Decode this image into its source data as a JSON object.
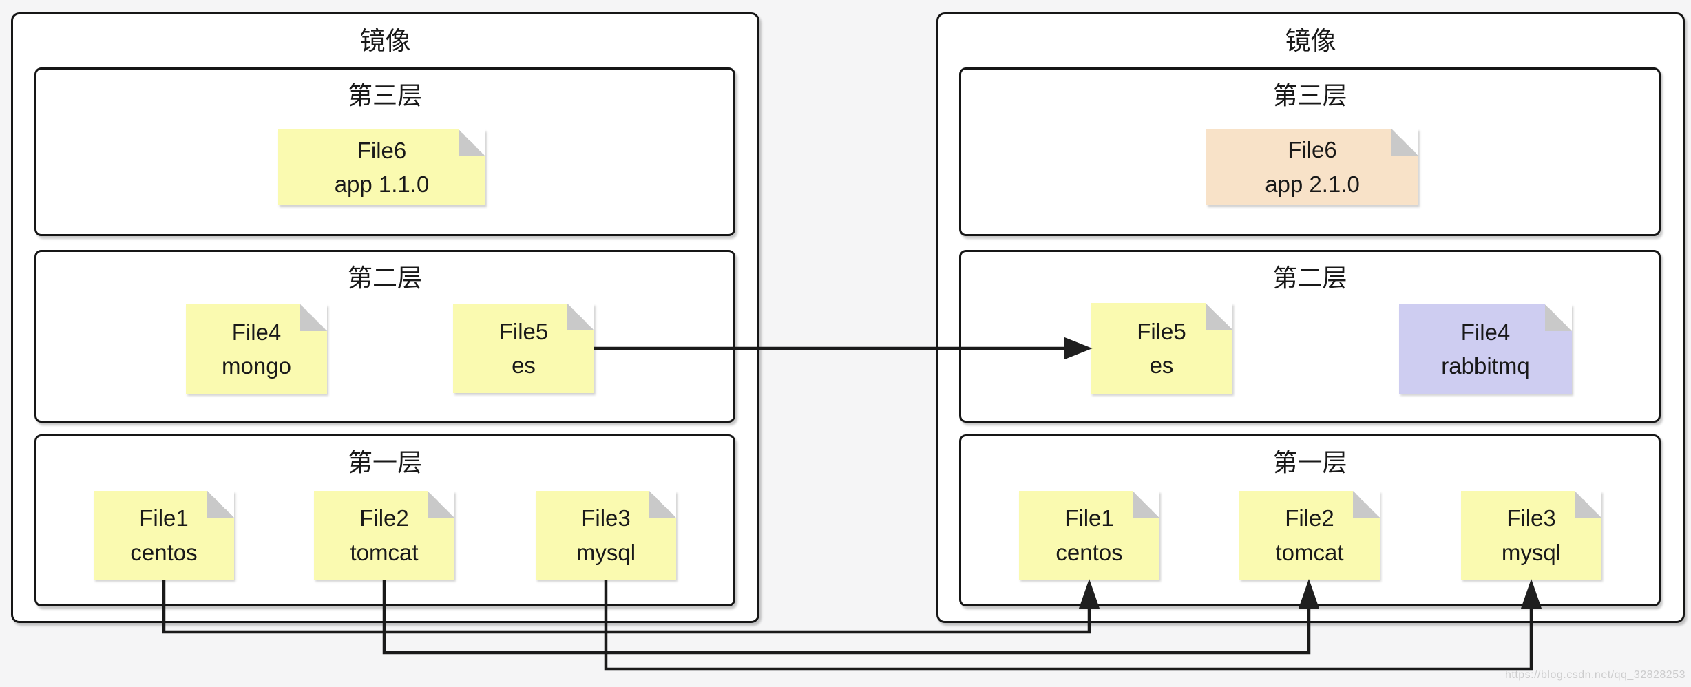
{
  "colors": {
    "yellow": "#FAFAB0",
    "peach": "#F8E2C8",
    "lavender": "#CECDF1",
    "fold": "#C9C9C9",
    "line": "#1A1A1A",
    "panel_bg": "#FFFFFF",
    "page_bg": "#F5F5F6"
  },
  "watermark": "https://blog.csdn.net/qq_32828253",
  "panels": [
    {
      "title": "镜像",
      "layers": [
        {
          "title": "第三层",
          "notes": [
            {
              "id": "file6",
              "line1": "File6",
              "line2": "app 1.1.0",
              "color": "yellow"
            }
          ]
        },
        {
          "title": "第二层",
          "notes": [
            {
              "id": "file4",
              "line1": "File4",
              "line2": "mongo",
              "color": "yellow"
            },
            {
              "id": "file5",
              "line1": "File5",
              "line2": "es",
              "color": "yellow"
            }
          ]
        },
        {
          "title": "第一层",
          "notes": [
            {
              "id": "file1",
              "line1": "File1",
              "line2": "centos",
              "color": "yellow"
            },
            {
              "id": "file2",
              "line1": "File2",
              "line2": "tomcat",
              "color": "yellow"
            },
            {
              "id": "file3",
              "line1": "File3",
              "line2": "mysql",
              "color": "yellow"
            }
          ]
        }
      ]
    },
    {
      "title": "镜像",
      "layers": [
        {
          "title": "第三层",
          "notes": [
            {
              "id": "file6",
              "line1": "File6",
              "line2": "app 2.1.0",
              "color": "peach"
            }
          ]
        },
        {
          "title": "第二层",
          "notes": [
            {
              "id": "file5",
              "line1": "File5",
              "line2": "es",
              "color": "yellow"
            },
            {
              "id": "file4",
              "line1": "File4",
              "line2": "rabbitmq",
              "color": "lavender"
            }
          ]
        },
        {
          "title": "第一层",
          "notes": [
            {
              "id": "file1",
              "line1": "File1",
              "line2": "centos",
              "color": "yellow"
            },
            {
              "id": "file2",
              "line1": "File2",
              "line2": "tomcat",
              "color": "yellow"
            },
            {
              "id": "file3",
              "line1": "File3",
              "line2": "mysql",
              "color": "yellow"
            }
          ]
        }
      ]
    }
  ]
}
